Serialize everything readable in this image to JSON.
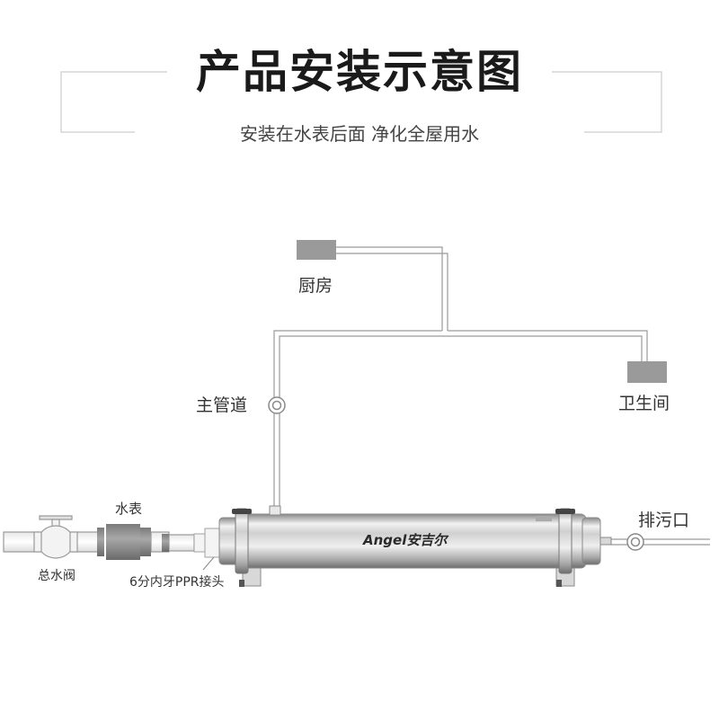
{
  "header": {
    "title": "产品安装示意图",
    "subtitle": "安装在水表后面 净化全屋用水"
  },
  "labels": {
    "kitchen": "厨房",
    "main_pipe": "主管道",
    "bathroom": "卫生间",
    "drain": "排污口",
    "water_meter": "水表",
    "main_valve": "总水阀",
    "ppr_joint": "6分内牙PPR接头"
  },
  "product": {
    "logo": "Angel安吉尔"
  },
  "colors": {
    "pipe": "#f5f5f5",
    "pipe_outline": "#9a9a9a",
    "fixture": "#9a9a9a",
    "steel": "#c9c9c9"
  }
}
